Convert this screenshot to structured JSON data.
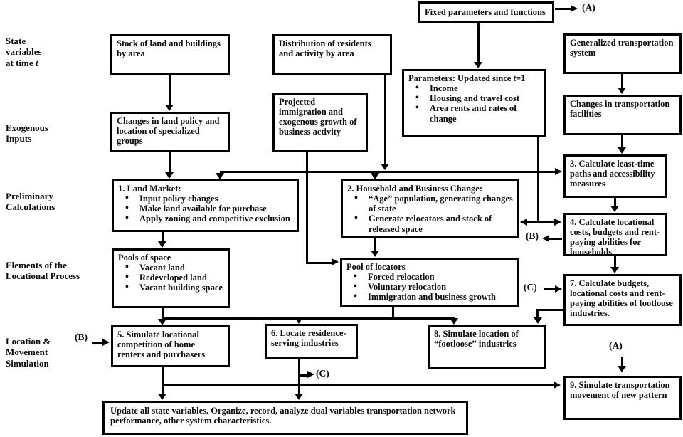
{
  "left_labels": {
    "state": {
      "l1": "State",
      "l2": "variables",
      "l3": "at time ",
      "l3i": "t"
    },
    "exogenous": "Exogenous Inputs",
    "preliminary": "Preliminary Calculations",
    "elements": "Elements of the Locational Process",
    "location": "Location & Movement Simulation"
  },
  "boxes": {
    "fixed_params": "Fixed parameters and functions",
    "stock_land": "Stock of land and buildings by area",
    "distribution": "Distribution of residents and activity by area",
    "generalized": "Generalized transportation system",
    "parameters": {
      "title_pre": "Parameters: Updated since ",
      "title_it": "t",
      "title_post": "=1",
      "bullets": [
        "Income",
        "Housing and travel cost",
        "Area rents and rates of change"
      ]
    },
    "changes_land": "Changes in land policy and location of specialized groups",
    "projected": "Projected immigration and exogenous growth of business activity",
    "changes_transp": "Changes in transportation facilities",
    "land_market": {
      "title": "1. Land Market:",
      "bullets": [
        "Input policy changes",
        "Make land available for purchase",
        "Apply zoning and competitive exclusion"
      ]
    },
    "household_change": {
      "title": "2. Household and Business Change:",
      "bullets": [
        "“Age” population, generating changes of state",
        "Generate relocators and stock of released space"
      ]
    },
    "calc_paths": "3. Calculate least-time paths and accessibility measures",
    "calc_costs": "4. Calculate locational costs, budgets and rent-paying abilities for households",
    "pools_space": {
      "title": "Pools of space",
      "bullets": [
        "Vacant land",
        "Redeveloped land",
        "Vacant building space"
      ]
    },
    "pool_locators": {
      "title": "Pool of locators",
      "bullets": [
        "Forced relocation",
        "Voluntary relocation",
        "Immigration and business growth"
      ]
    },
    "simulate_competition": "5. Simulate locational competition of home renters and purchasers",
    "locate_residence": "6. Locate residence-serving industries",
    "calc_budgets": "7. Calculate budgets, locational costs and rent-paying abilities of footloose industries.",
    "simulate_footloose": "8. Simulate location of “footloose” industries",
    "simulate_transport": "9. Simulate transportation movement of new pattern",
    "update": "Update all state variables. Organize, record, analyze dual variables transportation network performance, other system characteristics."
  },
  "connector_labels": {
    "a1": "(A)",
    "a2": "(A)",
    "b1": "(B)",
    "b2": "(B)",
    "c1": "(C)",
    "c2": "(C)"
  }
}
